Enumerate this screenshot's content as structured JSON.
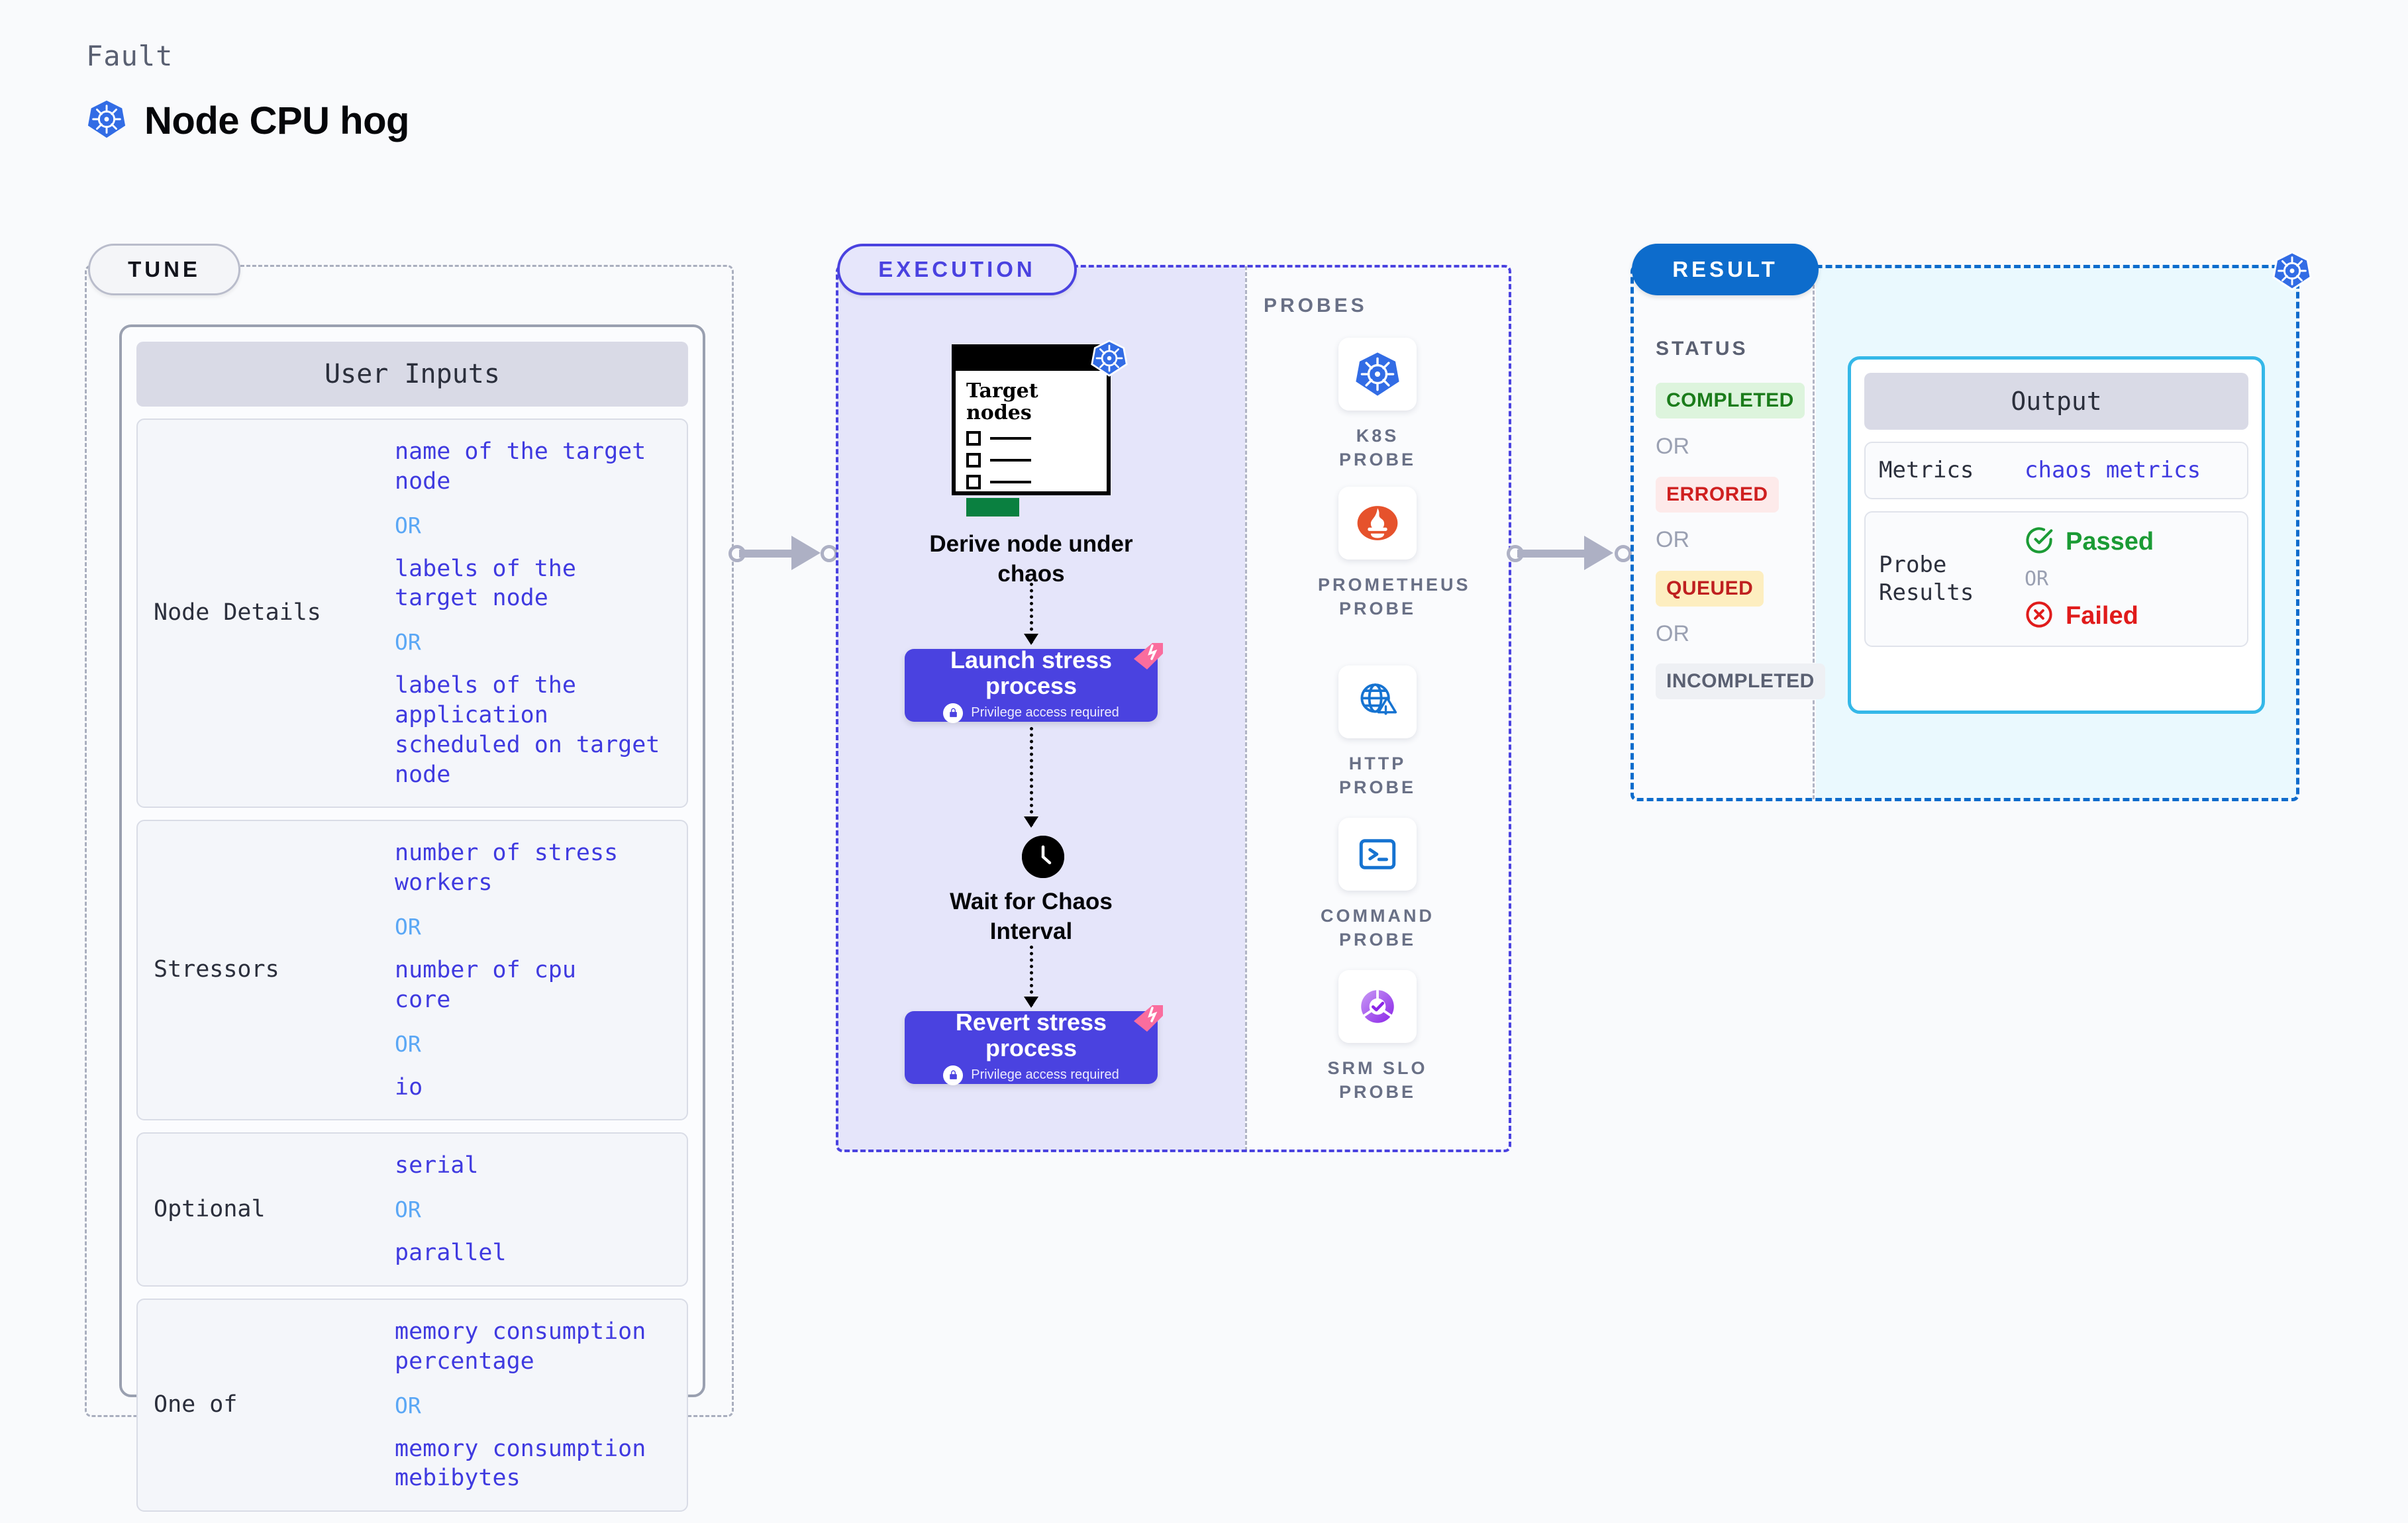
{
  "header": {
    "fault_label": "Fault",
    "title": "Node CPU hog",
    "icon": "kubernetes-icon"
  },
  "tune": {
    "pill_label": "TUNE",
    "card_title": "User Inputs",
    "rows": [
      {
        "label": "Node Details",
        "values": [
          "name of the target\nnode",
          "labels of the\ntarget node",
          "labels of the application\n scheduled on target node"
        ],
        "separator": "OR"
      },
      {
        "label": "Stressors",
        "values": [
          "number of stress\nworkers",
          "number of cpu\ncore",
          "io"
        ],
        "separator": "OR"
      },
      {
        "label": "Optional",
        "values": [
          "serial",
          "parallel"
        ],
        "separator": "OR"
      },
      {
        "label": "One of",
        "values": [
          "memory consumption\npercentage",
          "memory consumption\nmebibytes"
        ],
        "separator": "OR"
      }
    ]
  },
  "execution": {
    "pill_label": "EXECUTION",
    "target_card": {
      "title": "Target nodes",
      "icon": "kubernetes-icon",
      "checkbox_count": 3
    },
    "steps": [
      {
        "label": "Derive node under\nchaos"
      },
      {
        "label": "Wait for Chaos\nInterval"
      }
    ],
    "launch_step": {
      "title": "Launch stress\nprocess",
      "subtitle": "Privilege access required",
      "lock_icon": "lock-icon",
      "ribbon_icon": "chaos-ribbon-icon"
    },
    "revert_step": {
      "title": "Revert stress\nprocess",
      "subtitle": "Privilege access required",
      "lock_icon": "lock-icon",
      "ribbon_icon": "chaos-ribbon-icon"
    },
    "clock_icon": "clock-icon"
  },
  "probes": {
    "label": "PROBES",
    "items": [
      {
        "label": "K8S PROBE",
        "icon": "kubernetes-icon"
      },
      {
        "label": "PROMETHEUS PROBE",
        "icon": "prometheus-icon"
      },
      {
        "label": "HTTP PROBE",
        "icon": "globe-warning-icon"
      },
      {
        "label": "COMMAND PROBE",
        "icon": "terminal-icon"
      },
      {
        "label": "SRM SLO PROBE",
        "icon": "slo-donut-check-icon"
      }
    ]
  },
  "result": {
    "pill_label": "RESULT",
    "status_label": "STATUS",
    "separator": "OR",
    "badges": [
      {
        "text": "COMPLETED",
        "bg": "#ddf4dd",
        "color": "#1b7c1b"
      },
      {
        "text": "ERRORED",
        "bg": "#fdeaea",
        "color": "#cf2020"
      },
      {
        "text": "QUEUED",
        "bg": "#fdeec0",
        "color": "#bf2020"
      },
      {
        "text": "INCOMPLETED",
        "bg": "#eef0f4",
        "color": "#5a6072"
      }
    ],
    "corner_icon": "kubernetes-icon",
    "output": {
      "title": "Output",
      "metrics_label": "Metrics",
      "metrics_value": "chaos metrics",
      "probe_results_label": "Probe\nResults",
      "passed_text": "Passed",
      "passed_icon": "check-circle-icon",
      "failed_text": "Failed",
      "failed_icon": "x-circle-icon",
      "separator": "OR"
    }
  },
  "colors": {
    "indigo": "#4a42e0",
    "blue": "#0d6ccc",
    "cyan": "#35b8e8",
    "pink": "#fa6d9e",
    "green": "#1b9b35",
    "red": "#e01b1b"
  }
}
